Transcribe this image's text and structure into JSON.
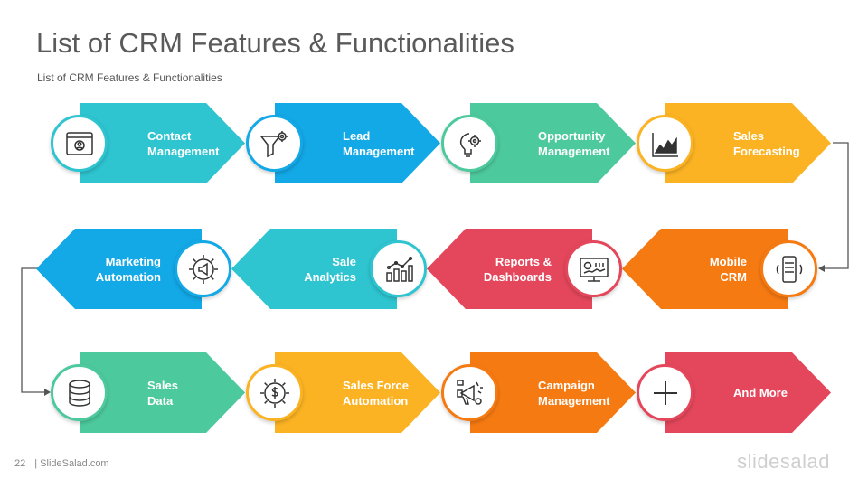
{
  "title": "List of CRM Features & Functionalities",
  "subtitle": "List of CRM Features & Functionalities",
  "colors": {
    "teal": "#2ec4d0",
    "blue": "#13a8e6",
    "green": "#4dc99e",
    "yellow": "#fbb323",
    "orange": "#f67a12",
    "red": "#e4475b"
  },
  "features": [
    {
      "line1": "Contact",
      "line2": "Management",
      "icon": "contact-card-icon",
      "color": "#2ec4d0"
    },
    {
      "line1": "Lead",
      "line2": "Management",
      "icon": "funnel-gear-icon",
      "color": "#13a8e6"
    },
    {
      "line1": "Opportunity",
      "line2": "Management",
      "icon": "lightbulb-gear-icon",
      "color": "#4dc99e"
    },
    {
      "line1": "Sales",
      "line2": "Forecasting",
      "icon": "area-chart-icon",
      "color": "#fbb323"
    },
    {
      "line1": "Mobile",
      "line2": "CRM",
      "icon": "mobile-phone-icon",
      "color": "#f67a12"
    },
    {
      "line1": "Reports &",
      "line2": "Dashboards",
      "icon": "monitor-dashboard-icon",
      "color": "#e4475b"
    },
    {
      "line1": "Sale",
      "line2": "Analytics",
      "icon": "bar-chart-icon",
      "color": "#2ec4d0"
    },
    {
      "line1": "Marketing",
      "line2": "Automation",
      "icon": "gear-megaphone-icon",
      "color": "#13a8e6"
    },
    {
      "line1": "Sales",
      "line2": "Data",
      "icon": "database-icon",
      "color": "#4dc99e"
    },
    {
      "line1": "Sales Force",
      "line2": "Automation",
      "icon": "dollar-gear-icon",
      "color": "#fbb323"
    },
    {
      "line1": "Campaign",
      "line2": "Management",
      "icon": "megaphone-icon",
      "color": "#f67a12"
    },
    {
      "line1": "And More",
      "line2": "",
      "icon": "plus-icon",
      "color": "#e4475b"
    }
  ],
  "footer": {
    "page_number": "22",
    "site": "| SlideSalad.com"
  },
  "logo_text": "slidesalad"
}
